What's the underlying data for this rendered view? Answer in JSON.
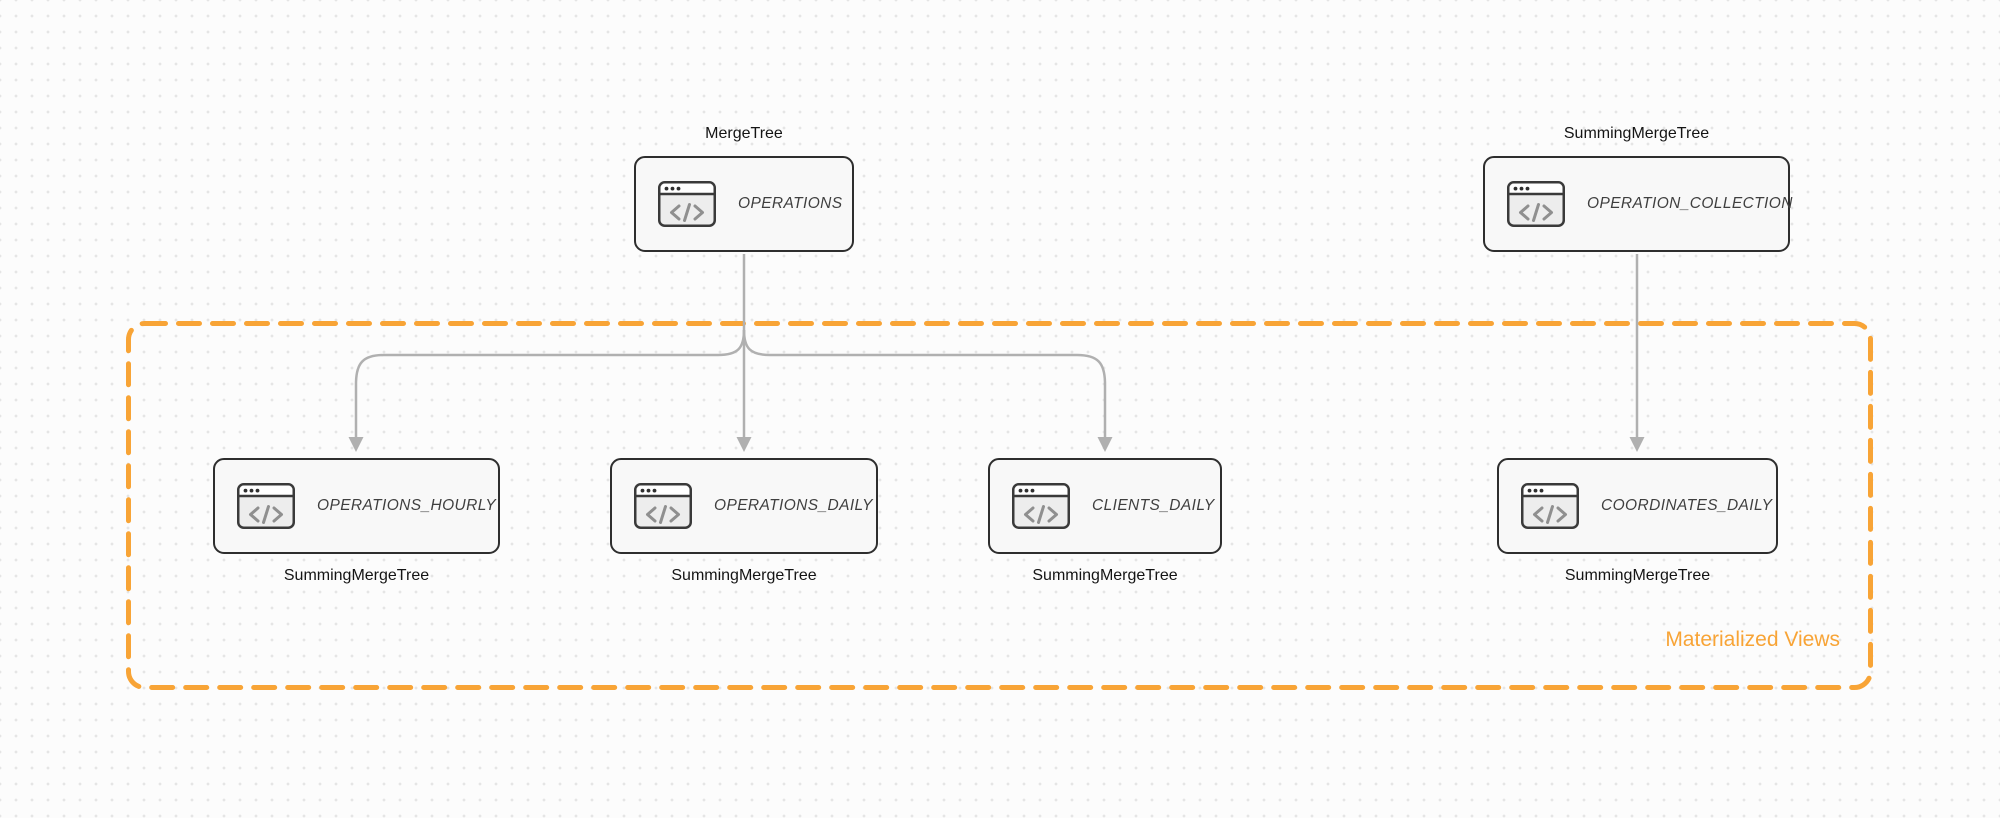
{
  "diagram": {
    "group": {
      "label": "Materialized Views",
      "accent_color": "#f8a436",
      "border_style": "dashed"
    },
    "nodes": {
      "operations": {
        "engine": "MergeTree",
        "table": "OPERATIONS",
        "icon": "code-window-icon"
      },
      "operation_collection": {
        "engine": "SummingMergeTree",
        "table": "OPERATION_COLLECTION",
        "icon": "code-window-icon"
      },
      "operations_hourly": {
        "engine": "SummingMergeTree",
        "table": "OPERATIONS_HOURLY",
        "icon": "code-window-icon"
      },
      "operations_daily": {
        "engine": "SummingMergeTree",
        "table": "OPERATIONS_DAILY",
        "icon": "code-window-icon"
      },
      "clients_daily": {
        "engine": "SummingMergeTree",
        "table": "CLIENTS_DAILY",
        "icon": "code-window-icon"
      },
      "coordinates_daily": {
        "engine": "SummingMergeTree",
        "table": "COORDINATES_DAILY",
        "icon": "code-window-icon"
      }
    },
    "edges": [
      {
        "from": "OPERATIONS",
        "to": "OPERATIONS_HOURLY"
      },
      {
        "from": "OPERATIONS",
        "to": "OPERATIONS_DAILY"
      },
      {
        "from": "OPERATIONS",
        "to": "CLIENTS_DAILY"
      },
      {
        "from": "OPERATION_COLLECTION",
        "to": "COORDINATES_DAILY"
      }
    ],
    "colors": {
      "node_border": "#2e2e2e",
      "node_fill": "#f8f8f8",
      "arrow": "#b0b0b0",
      "engine_label_text": "#141414",
      "table_name_text": "#3f3f3f",
      "background": "#fcfcfc",
      "background_dots": "#e5e5e5"
    }
  }
}
